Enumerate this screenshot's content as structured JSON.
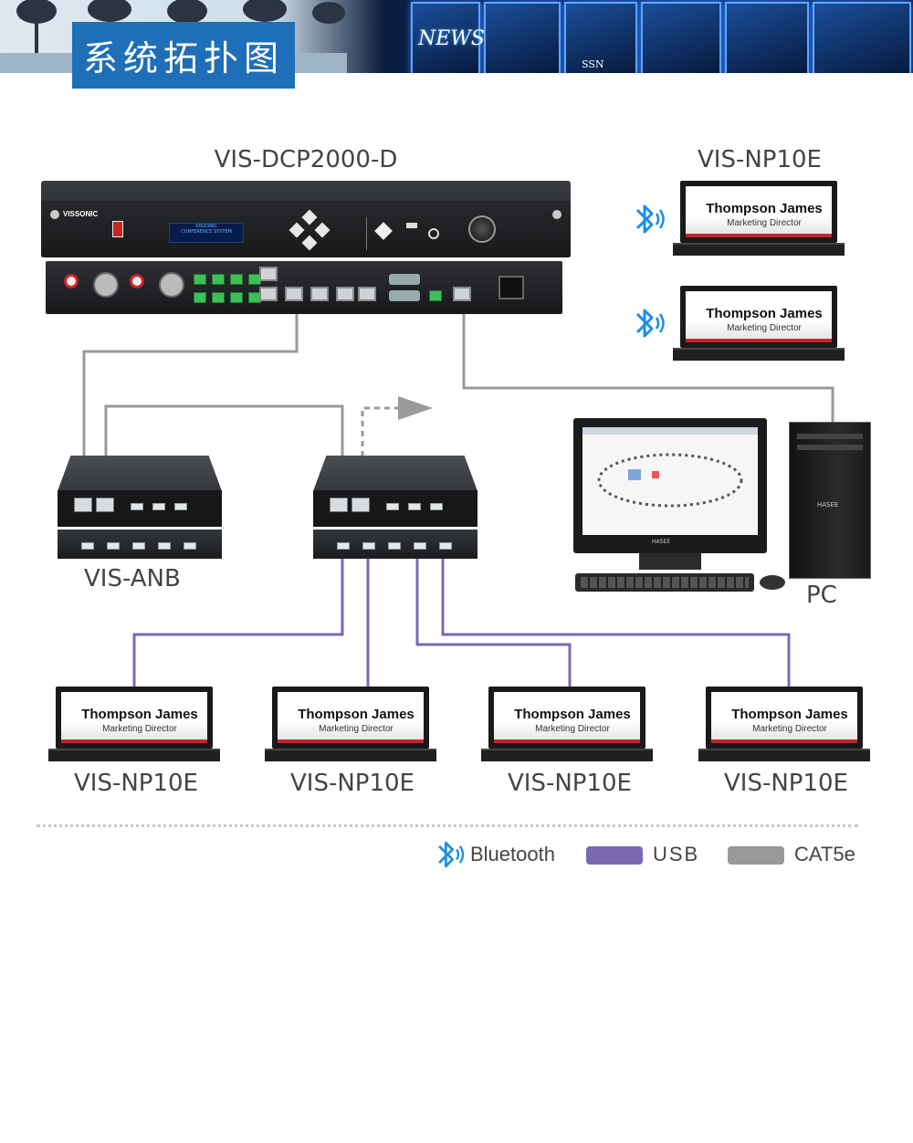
{
  "banner": {
    "title": "系统拓扑图",
    "tv_text_news": "NEWS",
    "tv_text_ssn": "SSN"
  },
  "devices": {
    "processor": {
      "label": "VIS-DCP2000-D",
      "brand": "VISSONIC",
      "lcd_line1": "VISSONIC",
      "lcd_line2": "CONFERENCE SYSTEM"
    },
    "wireless_plates_label": "VIS-NP10E",
    "hub_label": "VIS-ANB",
    "pc_label": "PC",
    "monitor_brand": "HASEE",
    "tower_brand": "HASEE",
    "plate_labels": [
      "VIS-NP10E",
      "VIS-NP10E",
      "VIS-NP10E",
      "VIS-NP10E"
    ]
  },
  "nameplate": {
    "name": "Thompson James",
    "role": "Marketing Director"
  },
  "legend": {
    "bluetooth": "Bluetooth",
    "usb": "USB",
    "cat5e": "CAT5e"
  },
  "colors": {
    "usb": "#7b68b3",
    "cat5e": "#999999",
    "bluetooth": "#1a8fe3",
    "title_bg": "#1f6fb8"
  }
}
